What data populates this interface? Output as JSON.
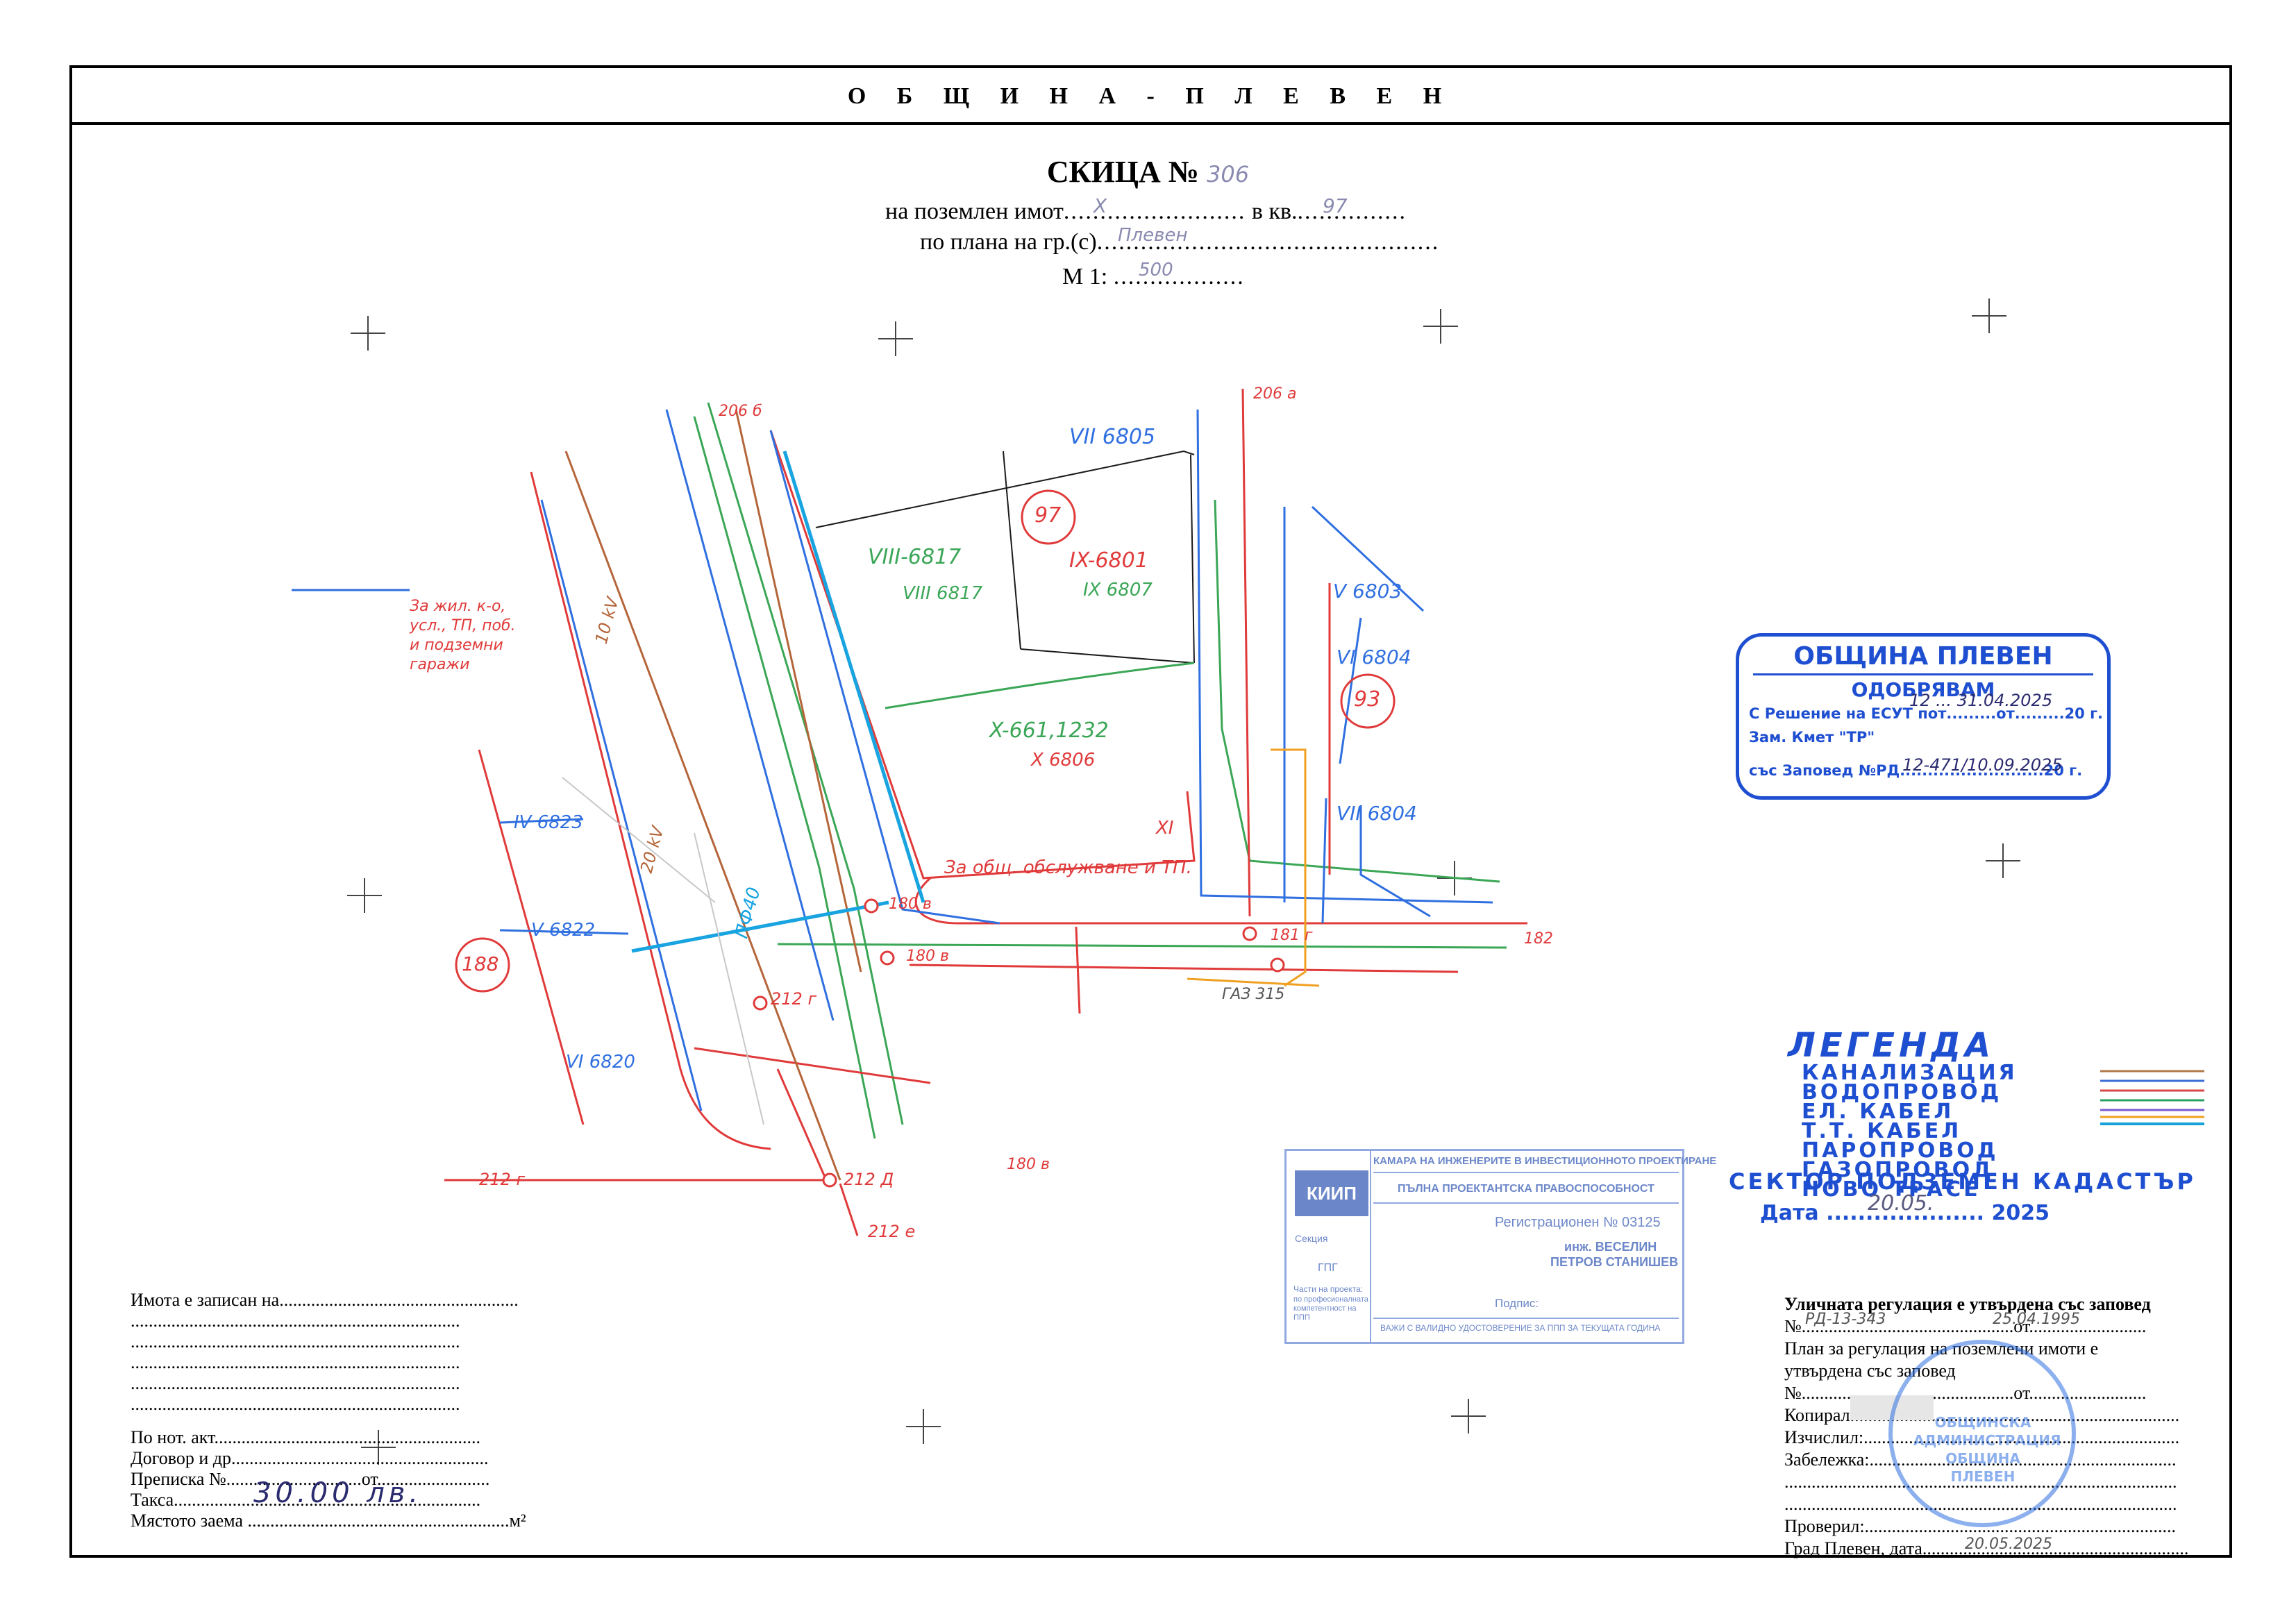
{
  "header": {
    "municipality": "О Б Щ И Н А - П Л Е В Е Н"
  },
  "sketch": {
    "title_label": "СКИЦА №",
    "number": "306",
    "line1_prefix": "на поземлен имот",
    "line1_dots1": ".........................",
    "line1_mid": "в кв.",
    "line1_dots2": "...............",
    "property_hw": "Х",
    "block_hw": "97",
    "line2_prefix": "по плана на гр.(с)",
    "line2_dots": "...............................................",
    "town_hw": "Плевен",
    "scale_label": "М 1:",
    "scale_dots": "..................",
    "scale_value": "500"
  },
  "map_labels": {
    "lots": [
      {
        "text": "VII 6805"
      },
      {
        "text": "VIII-6817"
      },
      {
        "text": "VIII 6817"
      },
      {
        "text": "IX-6801"
      },
      {
        "text": "IX 6807"
      },
      {
        "text": "X-661,1232"
      },
      {
        "text": "X 6806"
      },
      {
        "text": "XI"
      },
      {
        "text": "V 6803"
      },
      {
        "text": "VI 6804"
      },
      {
        "text": "VII 6804"
      },
      {
        "text": "IV 6823"
      },
      {
        "text": "V 6822"
      },
      {
        "text": "VI 6820"
      }
    ],
    "blocks": [
      "97",
      "93",
      "188"
    ],
    "annotations": [
      {
        "text": "За общ. обслужване и ТП."
      },
      {
        "text": "За жил. к-о, усл., ТП, поб. и подземни гаражи"
      },
      {
        "text": "212 г"
      },
      {
        "text": "212 г"
      },
      {
        "text": "212 Д"
      },
      {
        "text": "212 е"
      },
      {
        "text": "180 в"
      },
      {
        "text": "180 в"
      },
      {
        "text": "180 в"
      },
      {
        "text": "182"
      },
      {
        "text": "181 г"
      },
      {
        "text": "206 б"
      },
      {
        "text": "206 а"
      },
      {
        "text": "ГАЗ 315"
      },
      {
        "text": "ПФ40"
      },
      {
        "text": "10 kV"
      },
      {
        "text": "20 kV"
      }
    ]
  },
  "approval_stamp": {
    "org": "ОБЩИНА ПЛЕВЕН",
    "approve": "ОДОБРЯВАМ",
    "decision": "С Решение на ЕСУТ пот.........от.........20 г.",
    "deputy": "Зам. Кмет \"ТР\"",
    "order": "със Заповед №РД..........................20 г.",
    "hw_decision": "12 ... 31.04.2025",
    "hw_order": "12-471/10.09.2025"
  },
  "legend": {
    "title": "ЛЕГЕНДА",
    "items": [
      {
        "label": "КАНАЛИЗАЦИЯ",
        "color": "#b07a4a"
      },
      {
        "label": "ВОДОПРОВОД",
        "color": "#3b6fd8"
      },
      {
        "label": "ЕЛ. КАБЕЛ",
        "color": "#d94848"
      },
      {
        "label": "Т.Т. КАБЕЛ",
        "color": "#2aa060"
      },
      {
        "label": "ПАРОПРОВОД",
        "color": "#7a5ad0"
      },
      {
        "label": "ГАЗОПРОВОД",
        "color": "#f0a020"
      },
      {
        "label": "НОВО ТРАСЕ",
        "color": "#18a0d8"
      }
    ],
    "sector": "СЕКТОР ПОДЗЕМЕН КАДАСТЪР",
    "date_label": "Дата",
    "date_dots": "....................",
    "date_year": "2025",
    "date_hw": "20.05."
  },
  "kiip_stamp": {
    "line1": "КАМАРА НА ИНЖЕНЕРИТЕ В ИНВЕСТИЦИОННОТО ПРОЕКТИРАНЕ",
    "line2": "ПЪЛНА ПРОЕКТАНТСКА ПРАВОСПОСОБНОСТ",
    "logo": "КИИП",
    "reg": "Регистрационен № 03125",
    "name1": "инж. ВЕСЕЛИН",
    "name2": "ПЕТРОВ СТАНИШЕВ",
    "section_label": "Секция",
    "section": "ГПГ",
    "parts_label": "Части на проекта:",
    "parts": "по професионалната компетентност на ППП",
    "sign": "Подпис:",
    "valid": "ВАЖИ С ВАЛИДНО УДОСТОВЕРЕНИЕ ЗА ППП ЗА ТЕКУЩАТА ГОДИНА"
  },
  "owner_form": {
    "l1": "Имота е записан на.....................................................",
    "l2": ".........................................................................",
    "l3": ".........................................................................",
    "l4": ".........................................................................",
    "l5": ".........................................................................",
    "l6": ".........................................................................",
    "l7": "По нот. акт...........................................................",
    "l8": "Договор и др.........................................................",
    "l9": "Преписка №..............................от.........................",
    "l10": "Такса....................................................................",
    "l11": "Мястото заема ..........................................................м²",
    "fee_hw": "30.00 лв."
  },
  "regulation_form": {
    "l1": "Уличната регулация е утвърдена със заповед",
    "l2": "№...............................................от..........................",
    "l3": "План за регулация на поземлени имоти е",
    "l4": "утвърдена със заповед",
    "l5": "№...............................................от..........................",
    "l6": "Копирал.........................................................................",
    "l7": "Изчислил:......................................................................",
    "l8": "Забележка:....................................................................",
    "l9": ".......................................................................................",
    "l10": ".......................................................................................",
    "l11": "Проверил:.....................................................................",
    "l12": "Град Плевен, дата...........................................................",
    "hw_order": "РД-13-343",
    "hw_date": "25.04.1995",
    "hw_check_date": "20.05.2025",
    "round_stamp": "ОБЩИНСКА АДМИНИСТРАЦИЯ ОБЩИНА ПЛЕВЕН"
  }
}
